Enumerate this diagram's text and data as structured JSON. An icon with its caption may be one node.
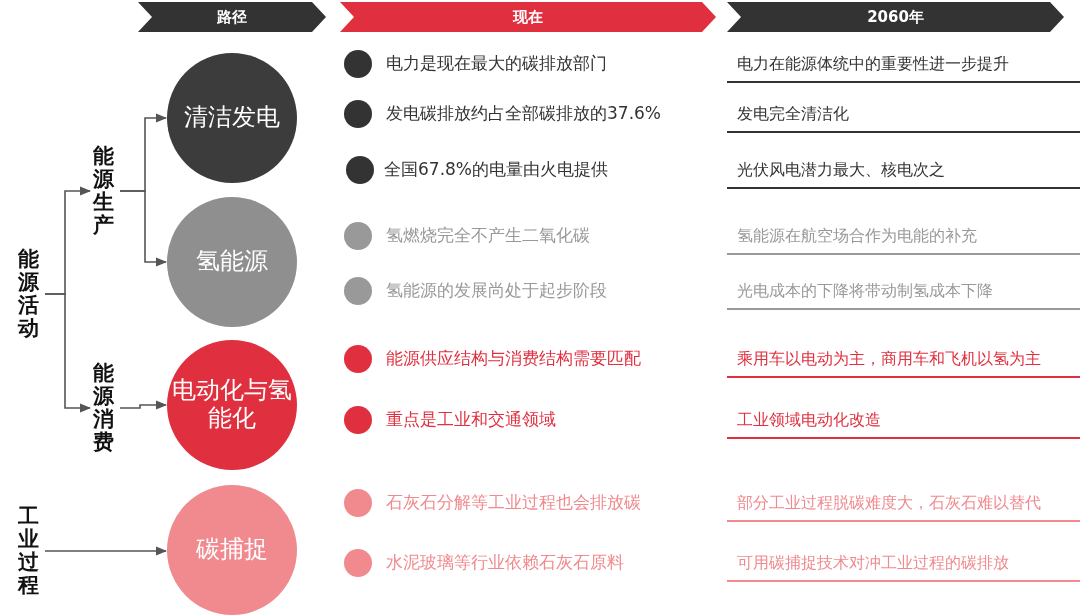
{
  "diagram": {
    "nodes": [
      {
        "text": [
          "路径"
        ]
      },
      {
        "text": [
          "现在"
        ]
      },
      {
        "text": [
          "2060年"
        ]
      },
      {
        "text": [
          "能源活动"
        ]
      },
      {
        "text": [
          "能源生产"
        ]
      },
      {
        "text": [
          "能源消费"
        ]
      },
      {
        "text": [
          "工业过程"
        ]
      },
      {
        "text": [
          "清洁发电"
        ]
      },
      {
        "text": [
          "氢能源"
        ]
      },
      {
        "text": [
          "电动化与氢能化"
        ]
      },
      {
        "text": [
          "碳捕捉"
        ]
      }
    ],
    "edges": [
      {
        "from": 3,
        "to": 4,
        "arrow": "to"
      },
      {
        "from": 3,
        "to": 5,
        "arrow": "to"
      },
      {
        "from": 4,
        "to": 7,
        "arrow": "to"
      },
      {
        "from": 4,
        "to": 8,
        "arrow": "to"
      },
      {
        "from": 5,
        "to": 9,
        "arrow": "to"
      },
      {
        "from": 6,
        "to": 10,
        "arrow": "to"
      }
    ],
    "labels": [
      "电力是现在最大的碳排放部门",
      "电力在能源体统中的重要性进一步提升",
      "发电碳排放约占全部碳排放的37.6%",
      "发电完全清洁化",
      "全国67.8%的电量由火电提供",
      "光伏风电潜力最大、核电次之",
      "氢燃烧完全不产生二氧化碳",
      "氢能源在航空场合作为电能的补充",
      "氢能源的发展尚处于起步阶段",
      "光电成本的下降将带动制氢成本下降",
      "能源供应结构与消费结构需要匹配",
      "乘用车以电动为主，商用车和飞机以氢为主",
      "重点是工业和交通领域",
      "工业领域电动化改造",
      "石灰石分解等工业过程也会排放碳",
      "部分工业过程脱碳难度大，石灰石难以替代",
      "水泥玻璃等行业依赖石灰石原料",
      "可用碳捕捉技术对冲工业过程的碳排放"
    ]
  }
}
